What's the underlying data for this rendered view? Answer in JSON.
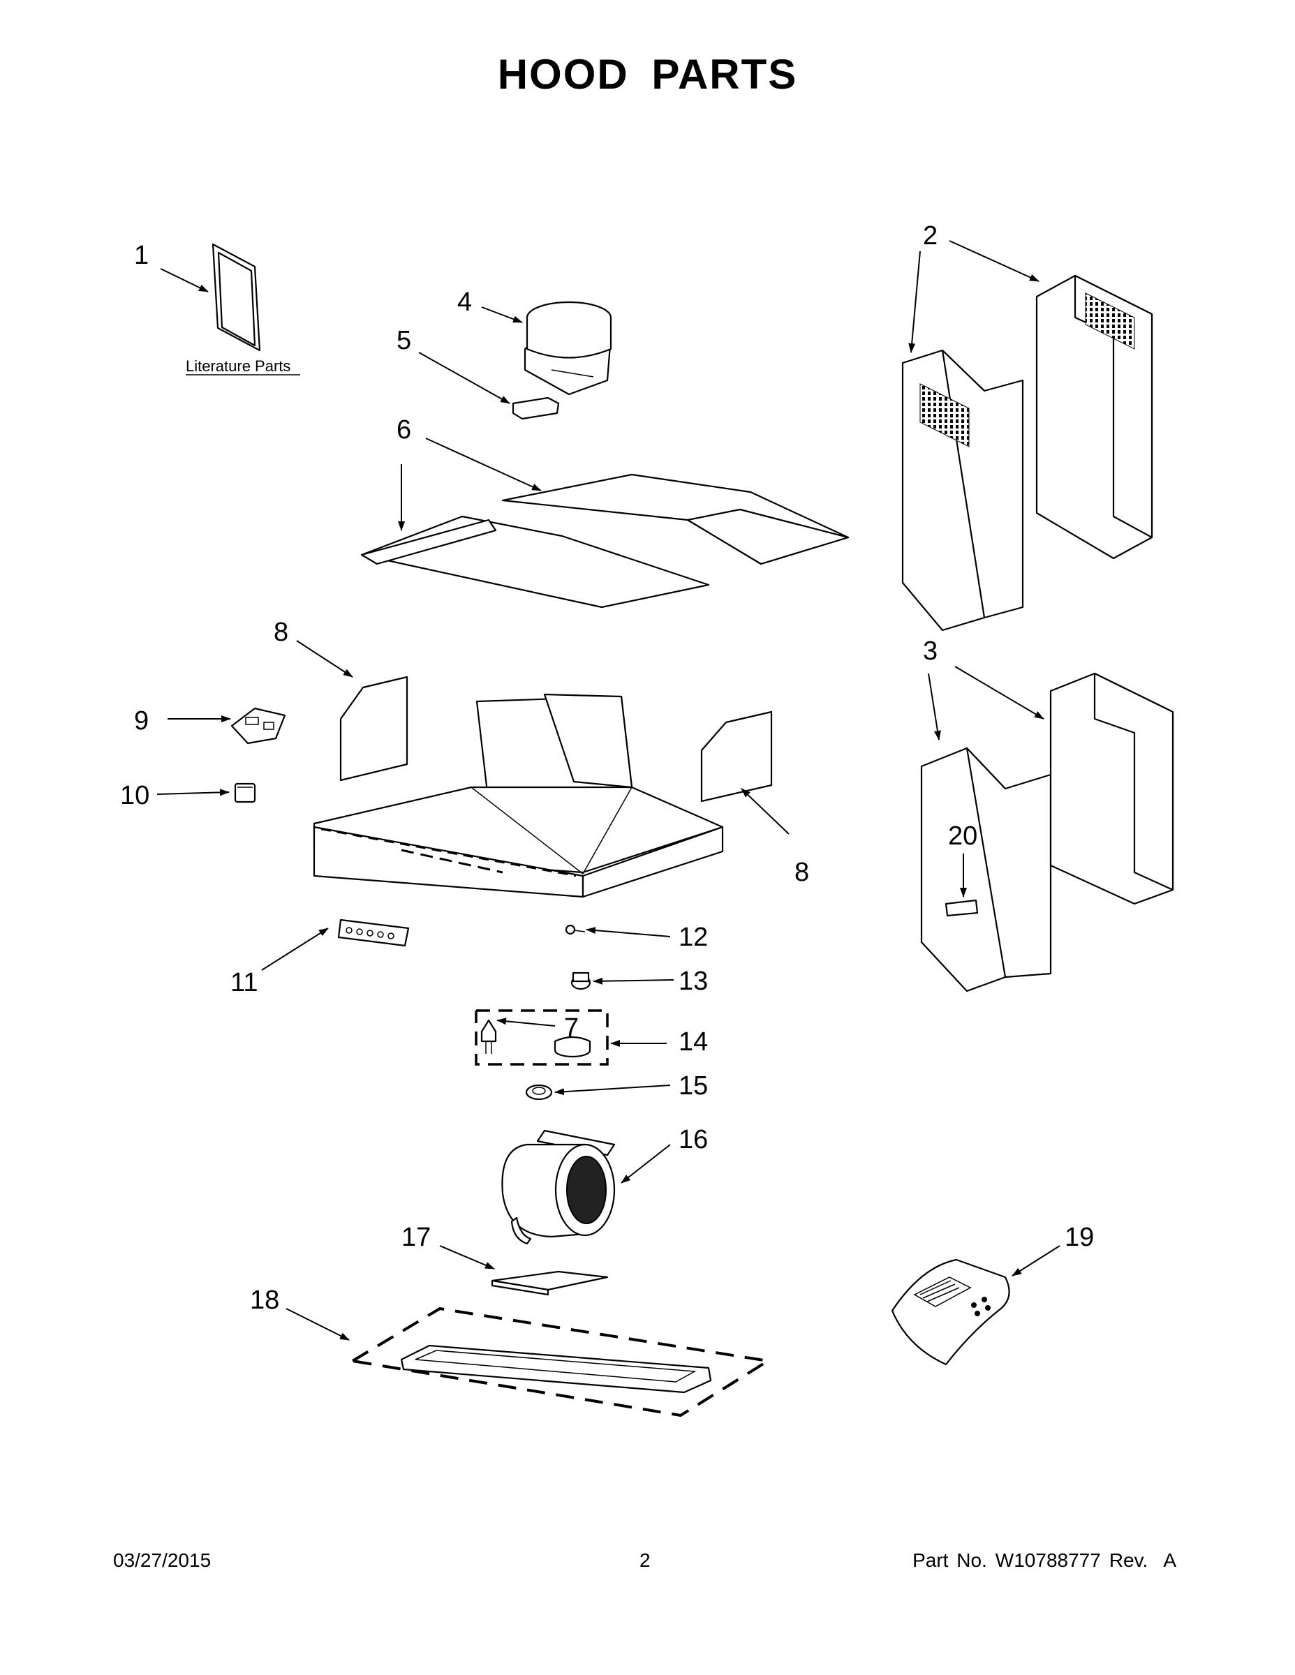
{
  "title": "HOOD PARTS",
  "literature_label": "Literature Parts",
  "callouts": [
    "1",
    "2",
    "3",
    "4",
    "5",
    "6",
    "7",
    "8",
    "8",
    "9",
    "10",
    "11",
    "12",
    "13",
    "14",
    "15",
    "16",
    "17",
    "18",
    "19",
    "20"
  ],
  "footer": {
    "date": "03/27/2015",
    "page": "2",
    "part_label": "Part No.",
    "part_number": "W10788777",
    "revision": "Rev.  A"
  }
}
